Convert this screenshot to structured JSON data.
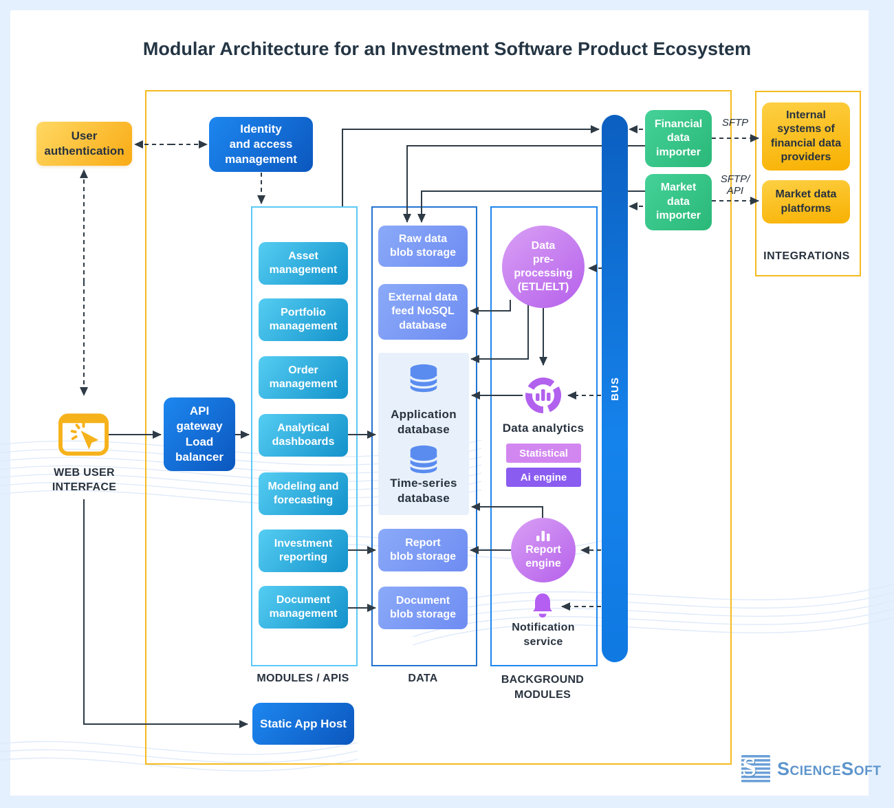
{
  "title": "Modular Architecture for an Investment Software Product Ecosystem",
  "left_flow": {
    "user_auth": "User\nauthentication",
    "identity": "Identity\nand access\nmanagement",
    "web_ui_label": "WEB USER\nINTERFACE",
    "api_gateway": "API\ngateway\nLoad\nbalancer",
    "static_app_host": "Static App Host"
  },
  "modules": {
    "label": "MODULES / APIS",
    "items": [
      {
        "label": "Asset\nmanagement"
      },
      {
        "label": "Portfolio\nmanagement"
      },
      {
        "label": "Order\nmanagement"
      },
      {
        "label": "Analytical\ndashboards"
      },
      {
        "label": "Modeling and\nforecasting"
      },
      {
        "label": "Investment\nreporting"
      },
      {
        "label": "Document\nmanagement"
      }
    ]
  },
  "data_col": {
    "label": "DATA",
    "raw": "Raw data\nblob storage",
    "external": "External data\nfeed NoSQL\ndatabase",
    "app_db": "Application\ndatabase",
    "ts_db": "Time-series\ndatabase",
    "report_blob": "Report\nblob storage",
    "doc_blob": "Document\nblob storage"
  },
  "background_col": {
    "label": "BACKGROUND\nMODULES",
    "preprocessing": "Data\npre-\nprocessing\n(ETL/ELT)",
    "analytics": "Data analytics",
    "statistical": "Statistical",
    "ai_engine": "Ai engine",
    "report_engine": "Report\nengine",
    "notification": "Notification\nservice"
  },
  "bus_label": "BUS",
  "importers": {
    "financial": "Financial\ndata\nimporter",
    "market": "Market\ndata\nimporter"
  },
  "integrations": {
    "label": "INTEGRATIONS",
    "internal_systems": "Internal\nsystems of\nfinancial data\nproviders",
    "market_platforms": "Market data\nplatforms"
  },
  "edge_labels": {
    "sftp": "SFTP",
    "sftp_api": "SFTP/\nAPI"
  },
  "logo_text": "ScienceSoft",
  "colors": {
    "background": "#e4f0fd",
    "outer_frame": "#f6ba1e",
    "modules_frame": "#5bc9f5",
    "data_frame": "#2273d0",
    "background_frame": "#1e86ee",
    "bus_blue": "#1079e2",
    "module_cyan": "#2bb1de",
    "storage_blue": "#7495f3",
    "importer_green": "#35c78a",
    "amber": "#f9b515",
    "purple": "#bc6fee",
    "statistical_badge": "#d287f0",
    "ai_badge": "#8a5cf0",
    "connector": "#2e3b46",
    "logo_blue": "#5e95cc"
  }
}
